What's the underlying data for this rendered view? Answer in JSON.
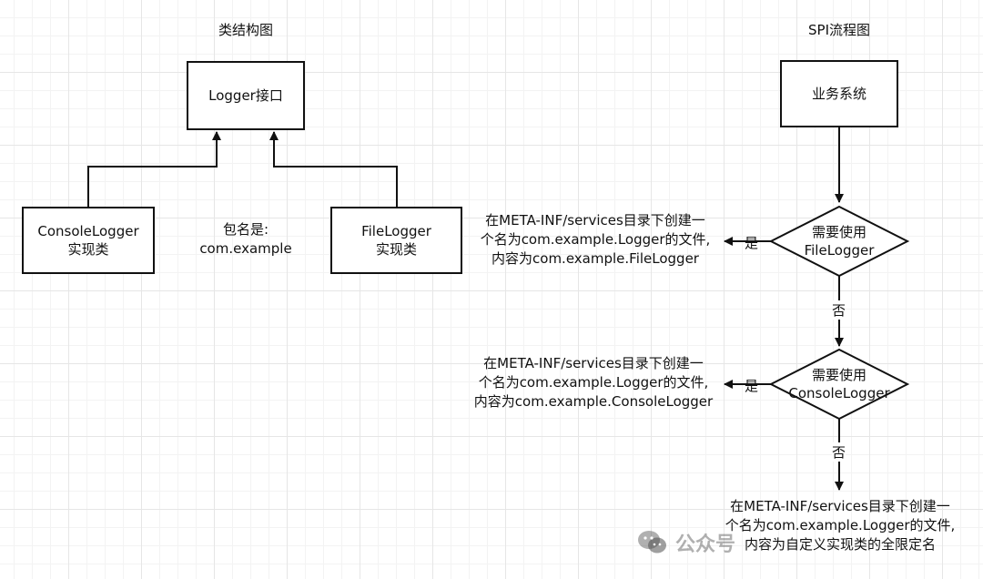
{
  "class_diagram": {
    "title": "类结构图",
    "interface_box": "Logger接口",
    "console_box": "ConsoleLogger\n实现类",
    "file_box": "FileLogger\n实现类",
    "package_note": "包名是:\ncom.example"
  },
  "spi_flow": {
    "title": "SPI流程图",
    "start_box": "业务系统",
    "decision1": "需要使用\nFileLogger",
    "decision2": "需要使用\nConsoleLogger",
    "yes_label_1": "是",
    "yes_label_2": "是",
    "no_label_1": "否",
    "no_label_2": "否",
    "action1": "在META-INF/services目录下创建一\n个名为com.example.Logger的文件,\n内容为com.example.FileLogger",
    "action2": "在META-INF/services目录下创建一\n个名为com.example.Logger的文件,\n内容为com.example.ConsoleLogger",
    "action3": "在META-INF/services目录下创建一\n个名为com.example.Logger的文件,\n内容为自定义实现类的全限定名"
  },
  "watermark": {
    "text": "公众号",
    "icon": "wechat-icon"
  }
}
